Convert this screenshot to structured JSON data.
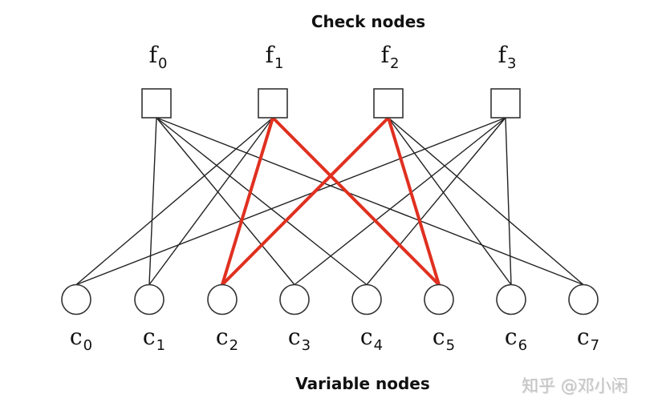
{
  "diagram": {
    "type": "Tanner graph (bipartite)",
    "check_title": "Check nodes",
    "variable_title": "Variable nodes",
    "check_nodes": [
      {
        "id": "f0",
        "letter": "f",
        "sub": "0"
      },
      {
        "id": "f1",
        "letter": "f",
        "sub": "1"
      },
      {
        "id": "f2",
        "letter": "f",
        "sub": "2"
      },
      {
        "id": "f3",
        "letter": "f",
        "sub": "3"
      }
    ],
    "variable_nodes": [
      {
        "id": "c0",
        "letter": "c",
        "sub": "0"
      },
      {
        "id": "c1",
        "letter": "c",
        "sub": "1"
      },
      {
        "id": "c2",
        "letter": "c",
        "sub": "2"
      },
      {
        "id": "c3",
        "letter": "c",
        "sub": "3"
      },
      {
        "id": "c4",
        "letter": "c",
        "sub": "4"
      },
      {
        "id": "c5",
        "letter": "c",
        "sub": "5"
      },
      {
        "id": "c6",
        "letter": "c",
        "sub": "6"
      },
      {
        "id": "c7",
        "letter": "c",
        "sub": "7"
      }
    ],
    "edges": [
      {
        "check": 0,
        "var": 1,
        "highlight": false
      },
      {
        "check": 0,
        "var": 3,
        "highlight": false
      },
      {
        "check": 0,
        "var": 4,
        "highlight": false
      },
      {
        "check": 0,
        "var": 7,
        "highlight": false
      },
      {
        "check": 1,
        "var": 0,
        "highlight": false
      },
      {
        "check": 1,
        "var": 1,
        "highlight": false
      },
      {
        "check": 1,
        "var": 2,
        "highlight": true
      },
      {
        "check": 1,
        "var": 5,
        "highlight": true
      },
      {
        "check": 2,
        "var": 2,
        "highlight": true
      },
      {
        "check": 2,
        "var": 5,
        "highlight": true
      },
      {
        "check": 2,
        "var": 6,
        "highlight": false
      },
      {
        "check": 2,
        "var": 7,
        "highlight": false
      },
      {
        "check": 3,
        "var": 0,
        "highlight": false
      },
      {
        "check": 3,
        "var": 3,
        "highlight": false
      },
      {
        "check": 3,
        "var": 4,
        "highlight": false
      },
      {
        "check": 3,
        "var": 6,
        "highlight": false
      }
    ],
    "colors": {
      "edge": "#222222",
      "highlight": "#e03020",
      "node_stroke": "#333333"
    }
  },
  "watermark": "知乎 @邓小闲"
}
